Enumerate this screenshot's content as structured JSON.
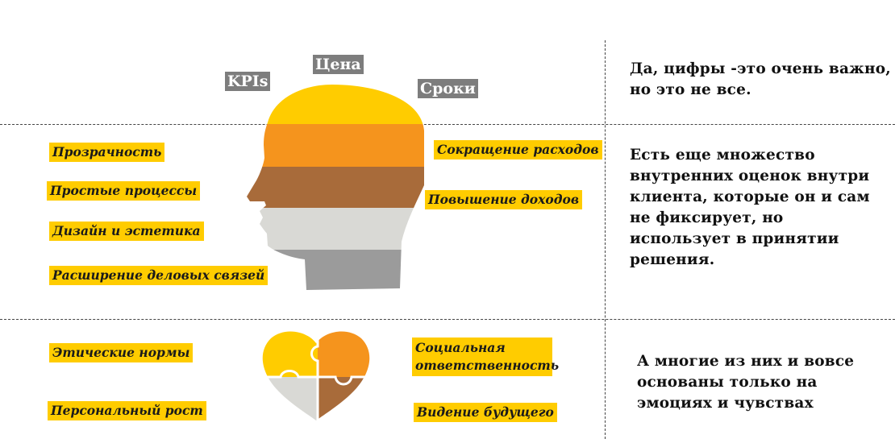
{
  "colors": {
    "yellow": "#ffcc00",
    "orange": "#f5941d",
    "brown": "#a86b3a",
    "light_gray": "#d9d9d5",
    "gray": "#9b9b9b",
    "label_gray": "#7d7d7d"
  },
  "head_labels": {
    "kpi": "KPIs",
    "price": "Цена",
    "terms": "Сроки"
  },
  "left_labels": {
    "transparency": "Прозрачность",
    "simple_processes": "Простые процессы",
    "design": "Дизайн и эстетика",
    "connections": "Расширение деловых связей"
  },
  "right_labels": {
    "cost_reduction": "Сокращение расходов",
    "income_growth": "Повышение доходов"
  },
  "bottom_labels": {
    "ethics": "Этические нормы",
    "personal_growth": "Персональный рост",
    "social_responsibility": "Социальная ответственность",
    "vision": "Видение будущего"
  },
  "notes": {
    "top": "Да, цифры  -это очень важно, но это не все.",
    "middle": "Есть еще множество внутренних оценок внутри клиента, которые он и сам не фиксирует, но использует в принятии решения.",
    "bottom": "А многие из них и вовсе основаны только на эмоциях и чувствах"
  }
}
